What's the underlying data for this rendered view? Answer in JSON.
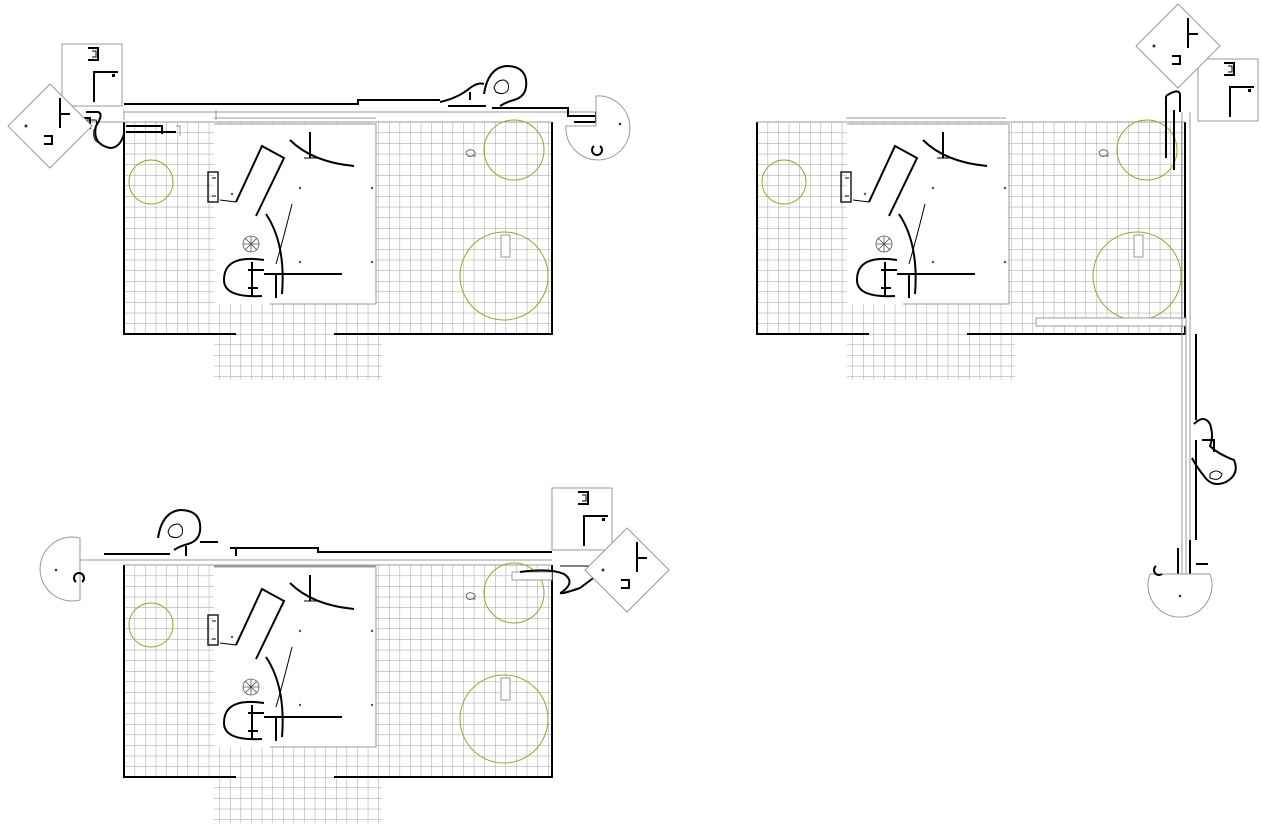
{
  "drawing": {
    "background": "#ffffff",
    "line_color": "#000000",
    "grid_color": "#9a9a9a",
    "tree_color": "#9aa52a"
  },
  "plans": [
    {
      "id": "plan-a",
      "variant": "original"
    },
    {
      "id": "plan-b",
      "variant": "mirrored-path"
    },
    {
      "id": "plan-c",
      "variant": "vertical-path"
    }
  ]
}
